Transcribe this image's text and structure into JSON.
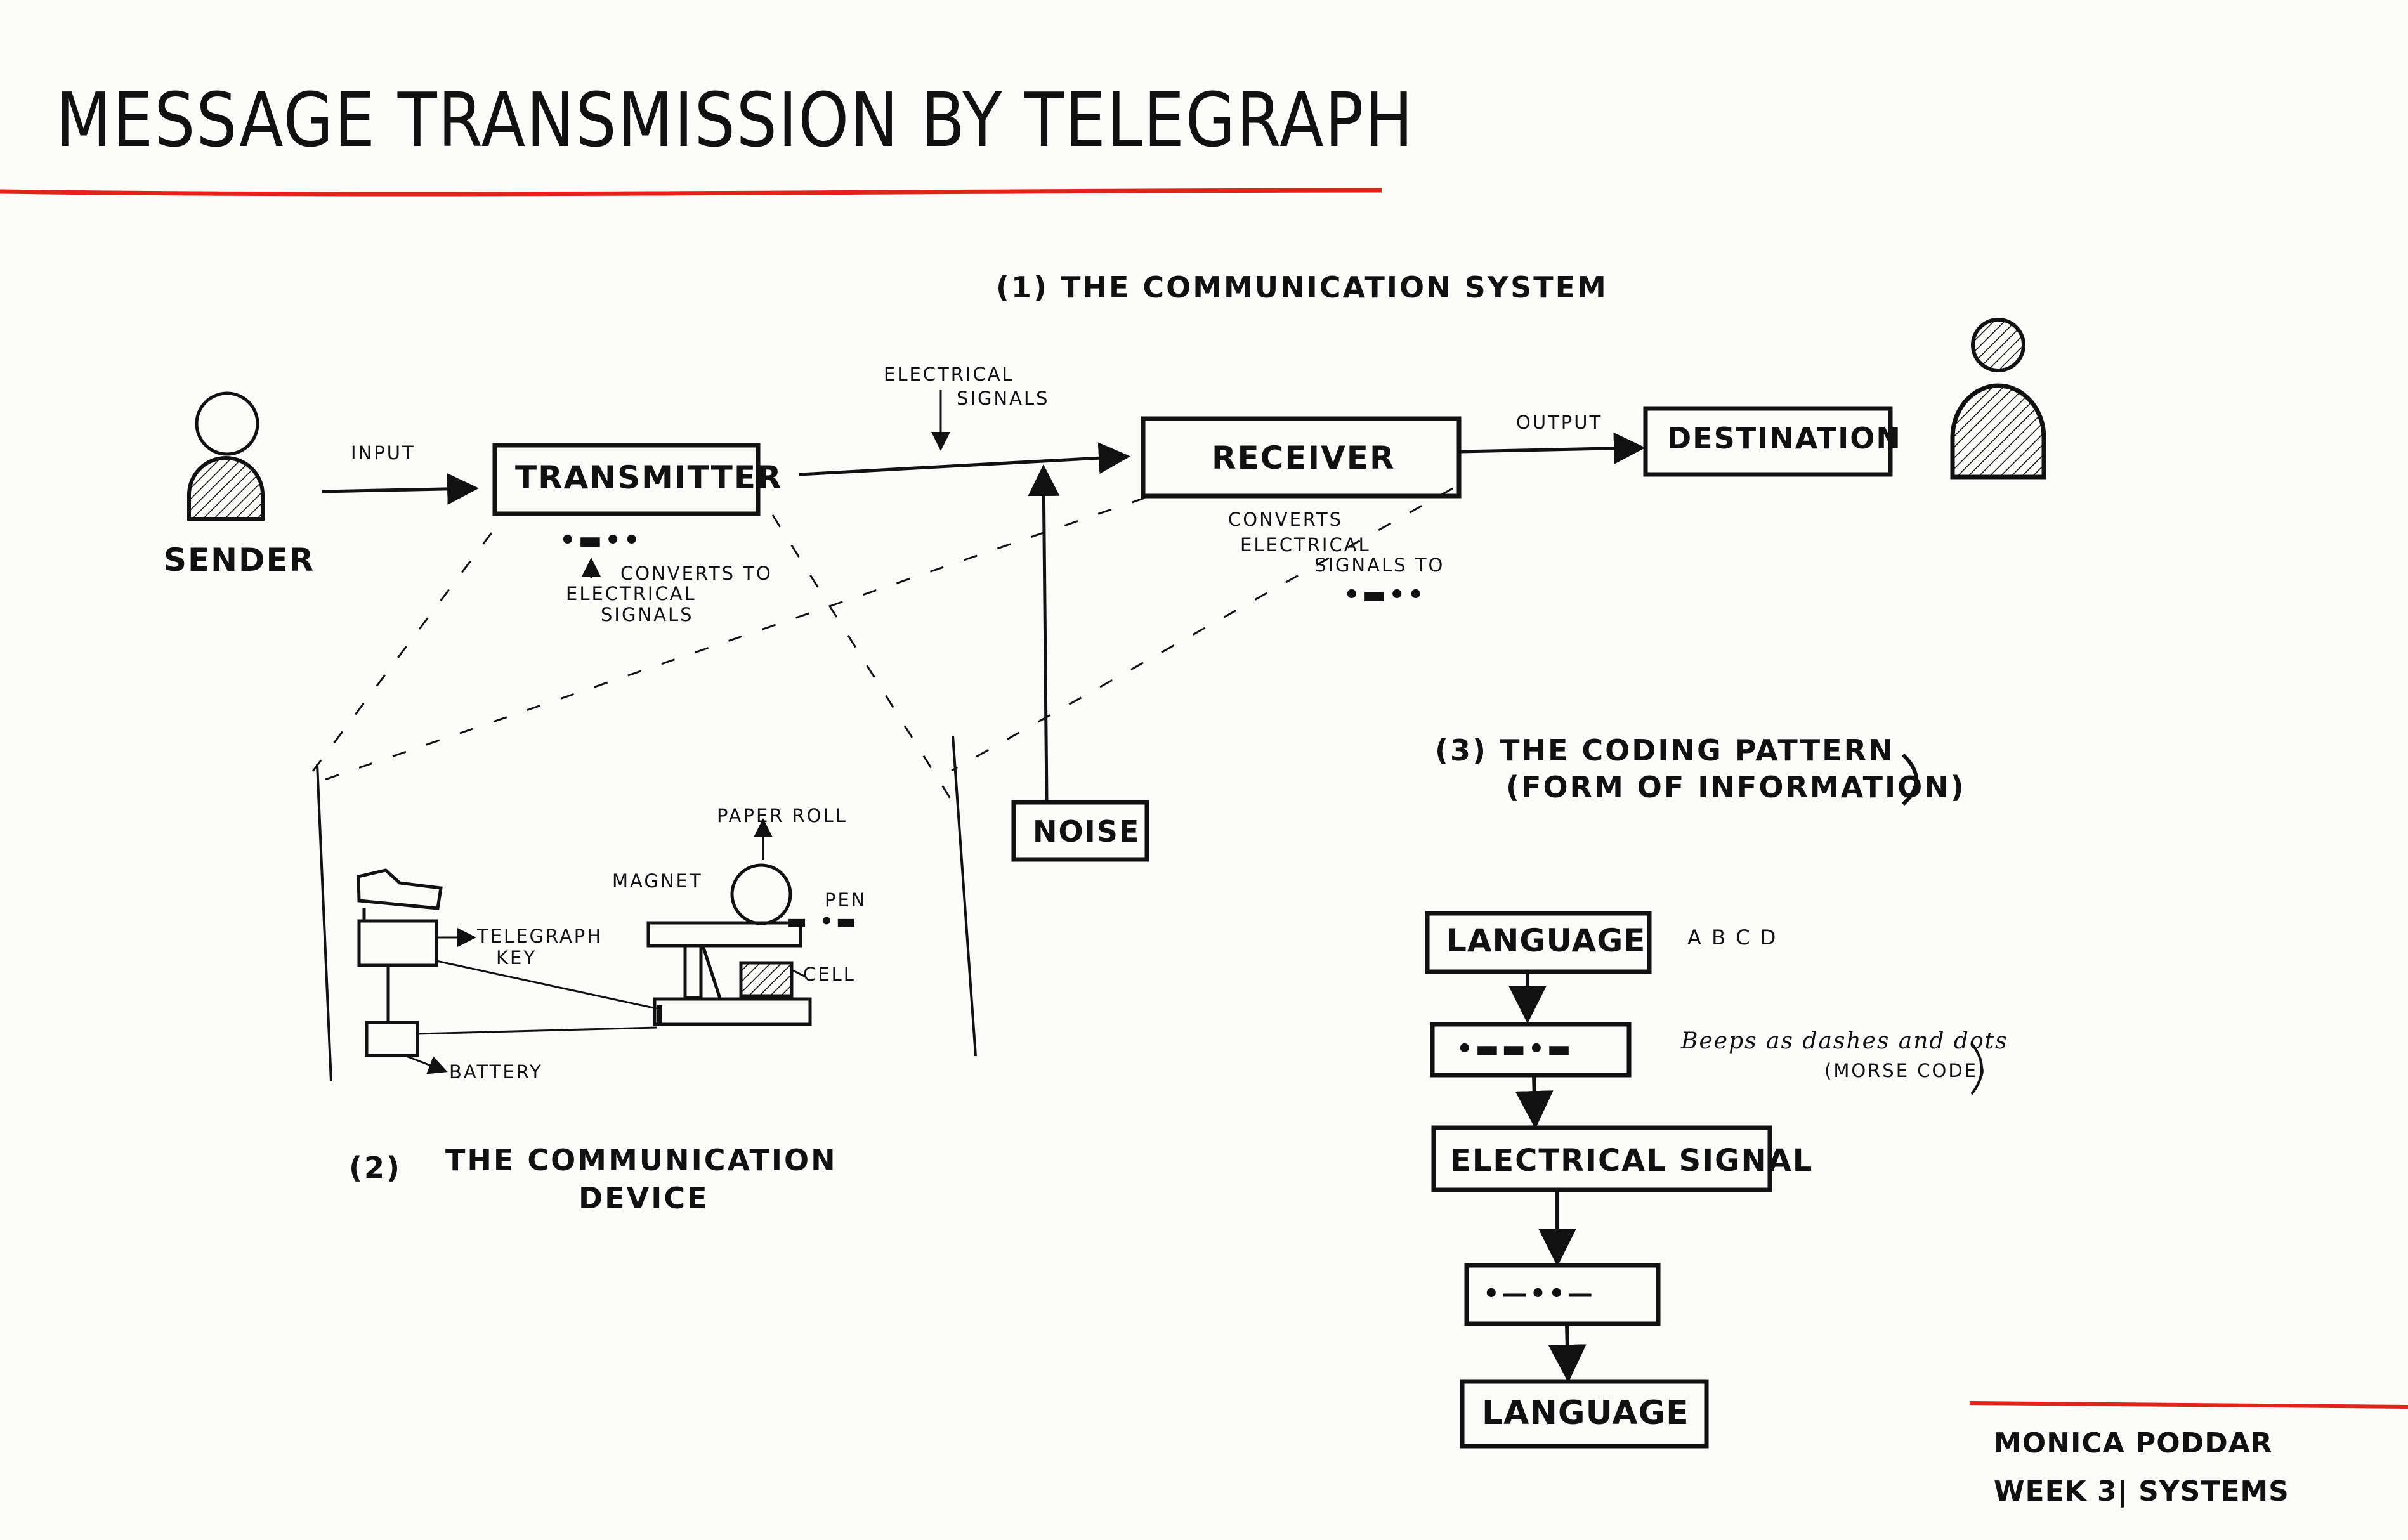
{
  "title": "MESSAGE TRANSMISSION BY TELEGRAPH",
  "section1": {
    "heading": "(1)  THE COMMUNICATION SYSTEM",
    "sender": "SENDER",
    "input": "INPUT",
    "transmitter": "TRANSMITTER",
    "transmitter_morse": "•▬••",
    "transmitter_note": [
      "CONVERTS TO",
      "ELECTRICAL",
      "SIGNALS"
    ],
    "electrical_signals": [
      "ELECTRICAL",
      "SIGNALS"
    ],
    "receiver": "RECEIVER",
    "receiver_note": [
      "CONVERTS",
      "ELECTRICAL",
      "SIGNALS TO"
    ],
    "receiver_morse": "•▬••",
    "output": "OUTPUT",
    "destination": "DESTINATION",
    "noise": "NOISE"
  },
  "section2": {
    "heading_num": "(2)",
    "heading": [
      "THE COMMUNICATION",
      "DEVICE"
    ],
    "paper_roll": "PAPER ROLL",
    "magnet": "MAGNET",
    "pen": "PEN",
    "pen_morse": "▬ •▬",
    "telegraph_key": [
      "TELEGRAPH",
      "KEY"
    ],
    "cell": "CELL",
    "battery": "BATTERY"
  },
  "section3": {
    "heading": [
      "(3) THE CODING PATTERN",
      "(FORM OF INFORMATION)"
    ],
    "language_top": "LANGUAGE",
    "letters": "A  B  C  D",
    "morse_box": "•▬▬•▬",
    "beeps_note": "Beeps as dashes and dots",
    "morse_note": "(MORSE CODE)",
    "electrical_signal": "ELECTRICAL SIGNAL",
    "morse_box2": "•—••—",
    "language_bottom": "LANGUAGE"
  },
  "signature": {
    "name": "MONICA PODDAR",
    "week": "WEEK 3| SYSTEMS"
  },
  "colors": {
    "ink": "#111111",
    "accent_red": "#e2231a",
    "paper": "#fbfbf9"
  }
}
